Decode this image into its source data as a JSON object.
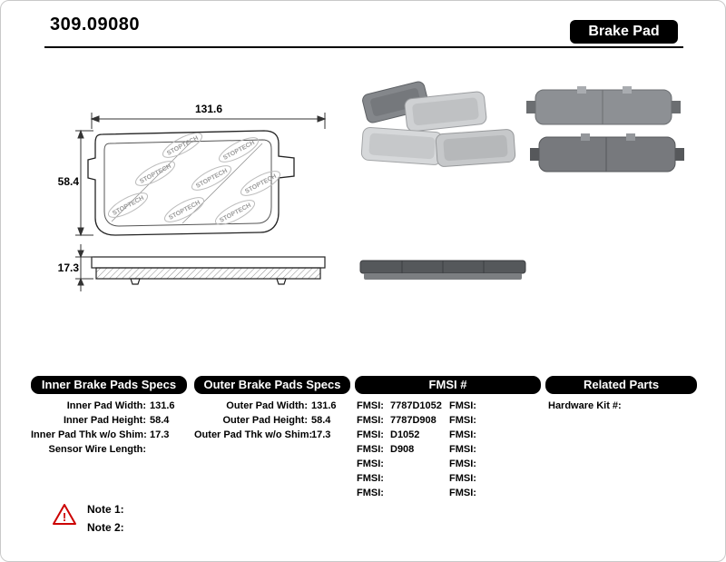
{
  "header": {
    "part_number": "309.09080",
    "title": "Brake Pad"
  },
  "drawing": {
    "width_dim": "131.6",
    "height_dim": "58.4",
    "thickness_dim": "17.3",
    "watermark": "STOPTECH"
  },
  "specs": {
    "inner": {
      "header": "Inner Brake Pads Specs",
      "rows": [
        {
          "label": "Inner Pad Width:",
          "value": "131.6"
        },
        {
          "label": "Inner Pad Height:",
          "value": "58.4"
        },
        {
          "label": "Inner Pad Thk w/o Shim:",
          "value": "17.3"
        },
        {
          "label": "Sensor Wire Length:",
          "value": ""
        }
      ]
    },
    "outer": {
      "header": "Outer Brake Pads Specs",
      "rows": [
        {
          "label": "Outer Pad Width:",
          "value": "131.6"
        },
        {
          "label": "Outer Pad Height:",
          "value": "58.4"
        },
        {
          "label": "Outer Pad Thk w/o Shim:",
          "value": "17.3"
        }
      ]
    },
    "fmsi": {
      "header": "FMSI #",
      "col1": [
        {
          "label": "FMSI:",
          "value": "7787D1052"
        },
        {
          "label": "FMSI:",
          "value": "7787D908"
        },
        {
          "label": "FMSI:",
          "value": "D1052"
        },
        {
          "label": "FMSI:",
          "value": "D908"
        },
        {
          "label": "FMSI:",
          "value": ""
        },
        {
          "label": "FMSI:",
          "value": ""
        },
        {
          "label": "FMSI:",
          "value": ""
        }
      ],
      "col2": [
        {
          "label": "FMSI:",
          "value": ""
        },
        {
          "label": "FMSI:",
          "value": ""
        },
        {
          "label": "FMSI:",
          "value": ""
        },
        {
          "label": "FMSI:",
          "value": ""
        },
        {
          "label": "FMSI:",
          "value": ""
        },
        {
          "label": "FMSI:",
          "value": ""
        },
        {
          "label": "FMSI:",
          "value": ""
        }
      ]
    },
    "related": {
      "header": "Related Parts",
      "rows": [
        {
          "label": "Hardware Kit #:",
          "value": ""
        }
      ]
    }
  },
  "notes": {
    "warning_mark": "!",
    "items": [
      {
        "label": "Note 1:"
      },
      {
        "label": "Note 2:"
      }
    ]
  }
}
